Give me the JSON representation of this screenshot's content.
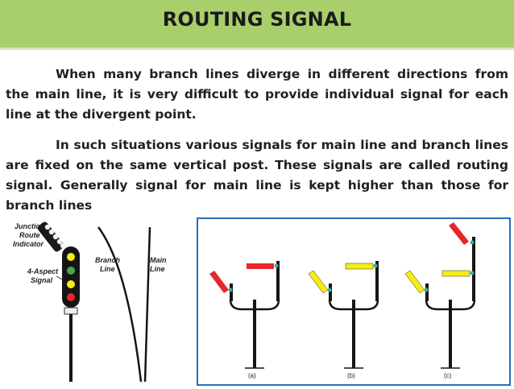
{
  "slide": {
    "title": "ROUTING SIGNAL",
    "paragraphs": [
      "When many branch lines diverge in different directions from the main line, it is very difficult to provide individual signal for each line at the divergent point.",
      "In such situations various signals for main line and branch lines are fixed on the same vertical post. These signals are called routing signal. Generally signal for main line is kept higher than those for branch lines"
    ]
  },
  "left_figure": {
    "labels": {
      "junction_1": "Junction",
      "junction_2": "Route",
      "junction_3": "Indicator",
      "aspect_1": "4-Aspect",
      "aspect_2": "Signal",
      "branch_1": "Branch",
      "branch_2": "Line",
      "main_1": "Main",
      "main_2": "Line"
    }
  },
  "right_figure": {
    "captions": [
      "(a)",
      "(b)",
      "(c)"
    ]
  },
  "colors": {
    "title_bar": "#a8cf6b",
    "text": "#202020",
    "signal_red": "#e8262b",
    "signal_yellow": "#f5ec15",
    "frame_blue": "#2a6db5"
  }
}
